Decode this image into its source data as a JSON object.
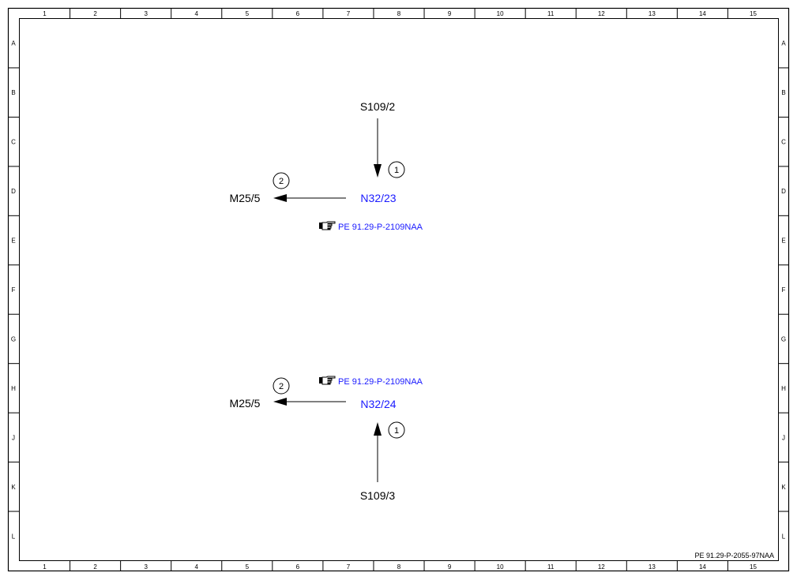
{
  "frame": {
    "columns": [
      "1",
      "2",
      "3",
      "4",
      "5",
      "6",
      "7",
      "8",
      "9",
      "10",
      "11",
      "12",
      "13",
      "14",
      "15"
    ],
    "rows": [
      "A",
      "B",
      "C",
      "D",
      "E",
      "F",
      "G",
      "H",
      "J",
      "K",
      "L"
    ]
  },
  "diagram": {
    "upper": {
      "source": "S109/2",
      "module": "N32/23",
      "target": "M25/5",
      "marker_down": "1",
      "marker_left": "2",
      "reference": "PE 91.29-P-2109NAA"
    },
    "lower": {
      "source": "S109/3",
      "module": "N32/24",
      "target": "M25/5",
      "marker_up": "1",
      "marker_left": "2",
      "reference": "PE 91.29-P-2109NAA"
    }
  },
  "document_id": "PE 91.29-P-2055-97NAA",
  "colors": {
    "link": "#1a1aff",
    "line": "#000000"
  },
  "icons": {
    "reference": "pointing-hand-icon"
  }
}
